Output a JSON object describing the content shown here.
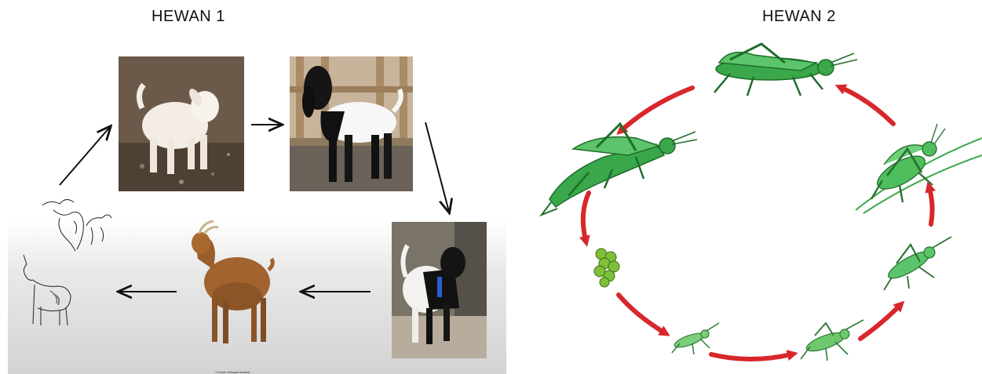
{
  "panels": [
    {
      "title": "HEWAN 1"
    },
    {
      "title": "HEWAN 2"
    }
  ],
  "goat_caption": "*Contoh sebagai ilustrasi",
  "colors": {
    "cycle_arrow": "#d8272b",
    "grasshopper": "#3aa84a",
    "grasshopper_dark": "#1f6e2a",
    "egg_cluster": "#7fbf3a",
    "goat_arrow": "#111111"
  }
}
